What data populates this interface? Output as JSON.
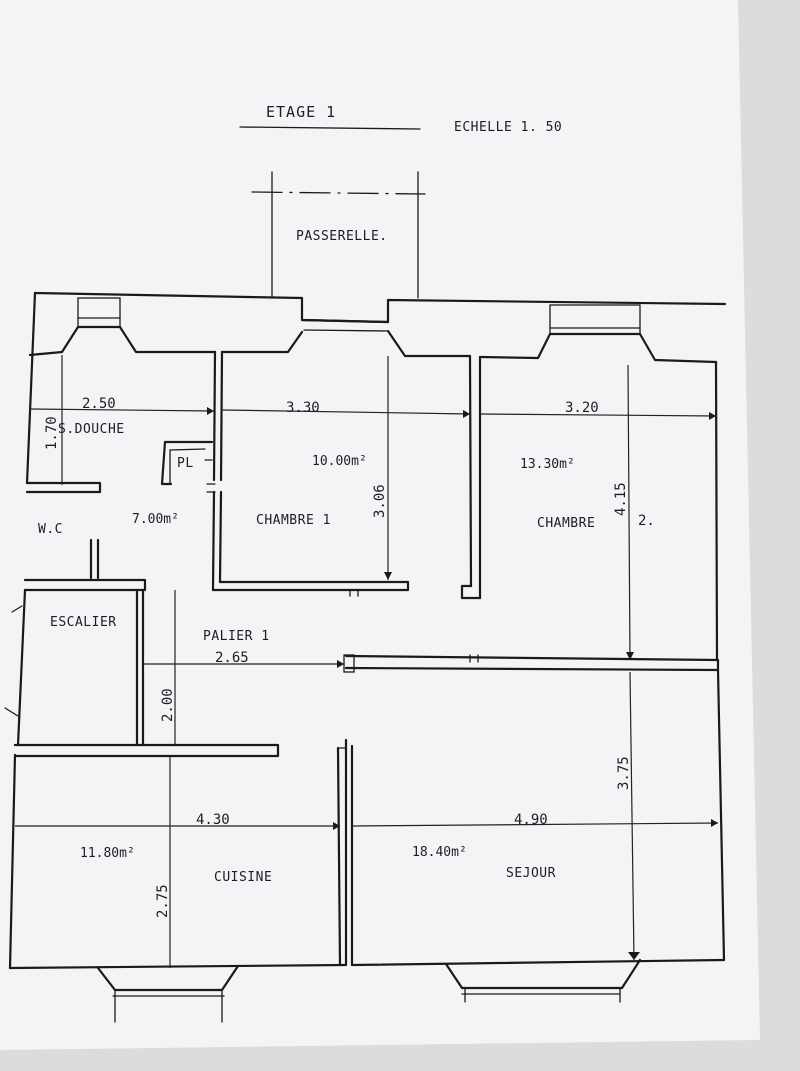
{
  "header": {
    "title": "ETAGE 1",
    "scale": "ECHELLE 1. 50",
    "walkway": "PASSERELLE."
  },
  "rooms": {
    "shower": {
      "name": "S.DOUCHE",
      "width": "2.50",
      "depth": "1.70",
      "area": "7.00m²"
    },
    "closet": {
      "name": "PL"
    },
    "wc": {
      "name": "W.C"
    },
    "bedroom1": {
      "name": "CHAMBRE 1",
      "width": "3.30",
      "depth": "3.06",
      "area": "10.00m²"
    },
    "bedroom2": {
      "name": "CHAMBRE",
      "number": "2.",
      "width": "3.20",
      "depth": "4.15",
      "area": "13.30m²"
    },
    "stairs": {
      "name": "ESCALIER"
    },
    "landing": {
      "name": "PALIER 1",
      "width": "2.65",
      "depth": "2.00"
    },
    "kitchen": {
      "name": "CUISINE",
      "width": "4.30",
      "depth": "2.75",
      "area": "11.80m²"
    },
    "living": {
      "name": "SEJOUR",
      "width": "4.90",
      "depth": "3.75",
      "area": "18.40m²"
    }
  },
  "colors": {
    "paper": "#f4f4f6",
    "ink": "#1a1a1a",
    "background": "#dcdcdc"
  }
}
